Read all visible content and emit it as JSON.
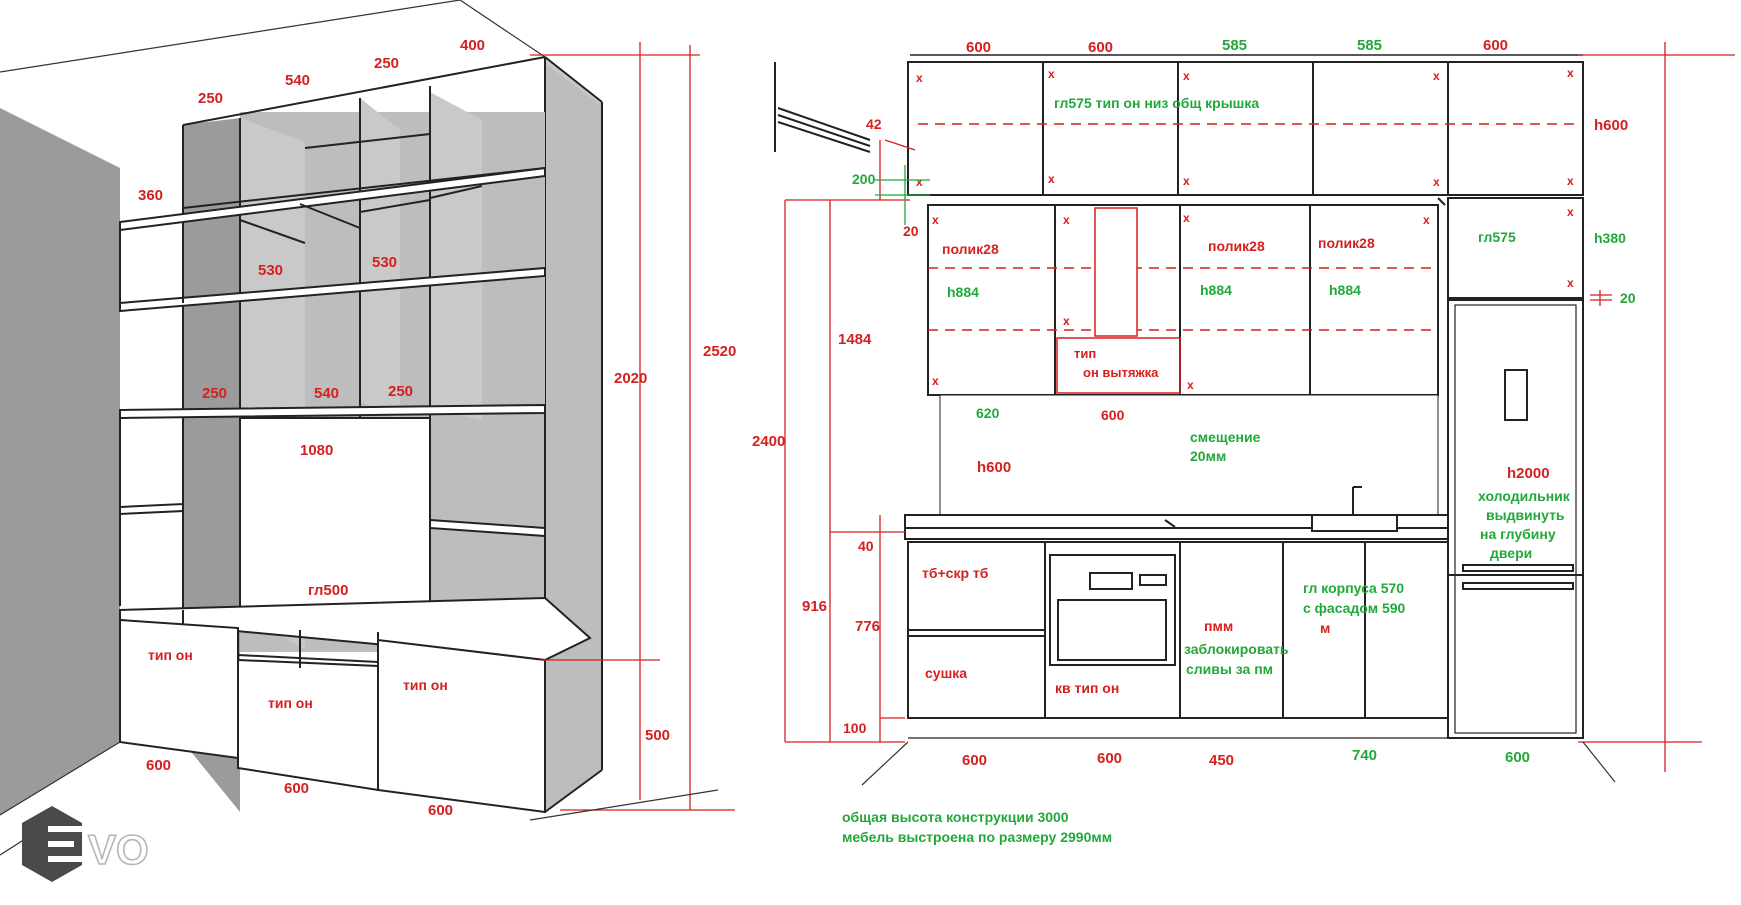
{
  "left_unit": {
    "top_widths": [
      "250",
      "540",
      "250",
      "400"
    ],
    "side_shelf_depth": "360",
    "mid_widths": [
      "530",
      "530"
    ],
    "lower_widths": [
      "250",
      "540",
      "250"
    ],
    "tv_width": "1080",
    "depth_label": "гл500",
    "heights": {
      "total": "2520",
      "upper": "2020",
      "base": "500"
    },
    "base_labels": [
      "тип он",
      "тип он",
      "тип он"
    ],
    "base_widths": [
      "600",
      "600",
      "600"
    ]
  },
  "kitchen": {
    "upper_widths": [
      "600",
      "600",
      "585",
      "585",
      "600"
    ],
    "upper_note": "гл575 тип он низ общ крышка",
    "upper_height": "h600",
    "gap_42": "42",
    "gap_200": "200",
    "gap_20": "20",
    "wall_cabinets": {
      "shelf_label": "полик28",
      "height_label": "h884",
      "hood_label": "тип он вытяжка",
      "right_depth": "гл575",
      "right_height": "h380",
      "right_gap": "20"
    },
    "mid": {
      "w620": "620",
      "w600": "600",
      "h600": "h600",
      "offset_note": "смещение\n20мм"
    },
    "heights": {
      "h1484": "1484",
      "h2400": "2400",
      "h916": "916",
      "h776": "776",
      "h40": "40",
      "h100": "100"
    },
    "base_labels": {
      "drawer_top": "тб+скр тб",
      "drawer_bottom": "сушка",
      "oven_note": "кв тип он",
      "dishwasher": "пмм",
      "dishwasher_note": "заблокировать\nсливы за пм",
      "sink_note": "гл корпуса 570\nс фасадом 590\nм"
    },
    "base_widths": [
      "600",
      "600",
      "450",
      "740",
      "600"
    ],
    "fridge": {
      "height": "h2000",
      "note": "холодильник\nвыдвинуть\nна глубину\nдвери"
    },
    "total_note_1": "общая высота конструкции 3000",
    "total_note_2": "мебель выстроена по размеру 2990мм"
  },
  "logo": {
    "text": "VO"
  },
  "colors": {
    "red": "#d61f1f",
    "green": "#22a83a"
  }
}
